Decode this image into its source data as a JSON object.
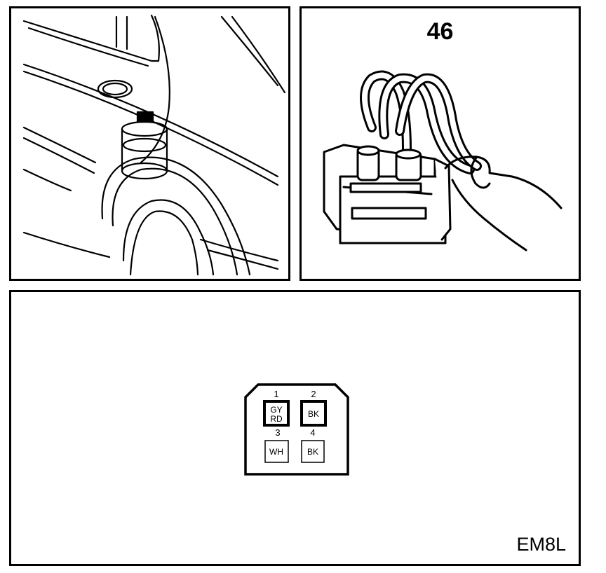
{
  "connector": {
    "number": "46",
    "diagram_code": "EM8L",
    "pins": [
      {
        "number": "1",
        "wire_color": [
          "GY",
          "RD"
        ]
      },
      {
        "number": "2",
        "wire_color": [
          "BK"
        ]
      },
      {
        "number": "3",
        "wire_color": [
          "WH"
        ]
      },
      {
        "number": "4",
        "wire_color": [
          "BK"
        ]
      }
    ]
  },
  "colors": {
    "line": "#000000",
    "background": "#ffffff"
  }
}
